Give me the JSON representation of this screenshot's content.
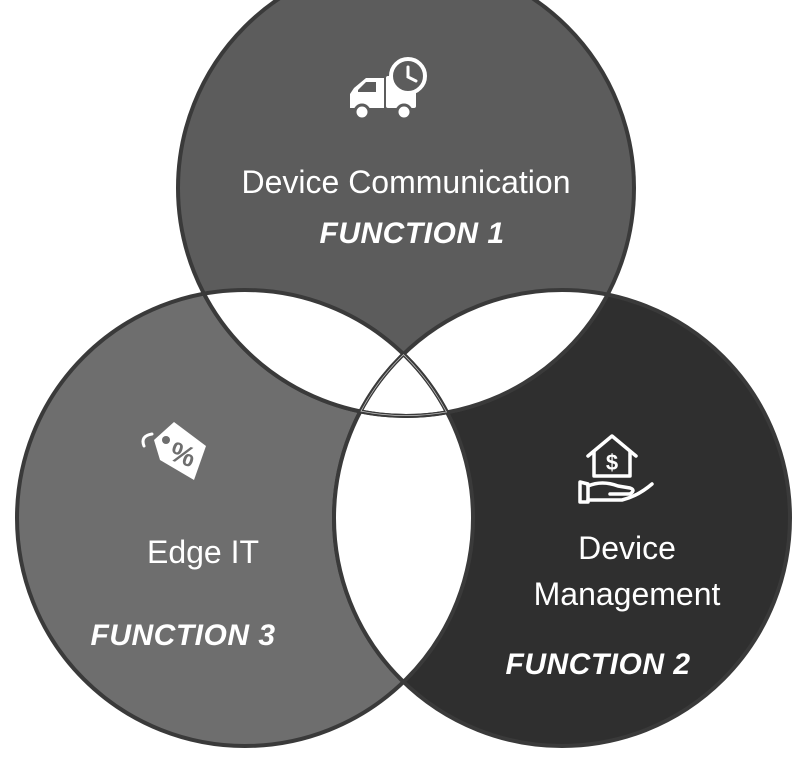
{
  "colors": {
    "top": "#5c5c5c",
    "left": "#6e6e6e",
    "right": "#2f2f2f",
    "border": "#3a3a3a",
    "overlap": "#ffffff",
    "text": "#ffffff"
  },
  "circles": {
    "top": {
      "icon": "truck-clock-icon",
      "title": "Device Communication",
      "function": "FUNCTION 1"
    },
    "right": {
      "icon": "house-dollar-hand-icon",
      "title_line1": "Device",
      "title_line2": "Management",
      "function": "FUNCTION 2"
    },
    "left": {
      "icon": "percent-tag-icon",
      "title": "Edge IT",
      "function": "FUNCTION 3"
    }
  }
}
